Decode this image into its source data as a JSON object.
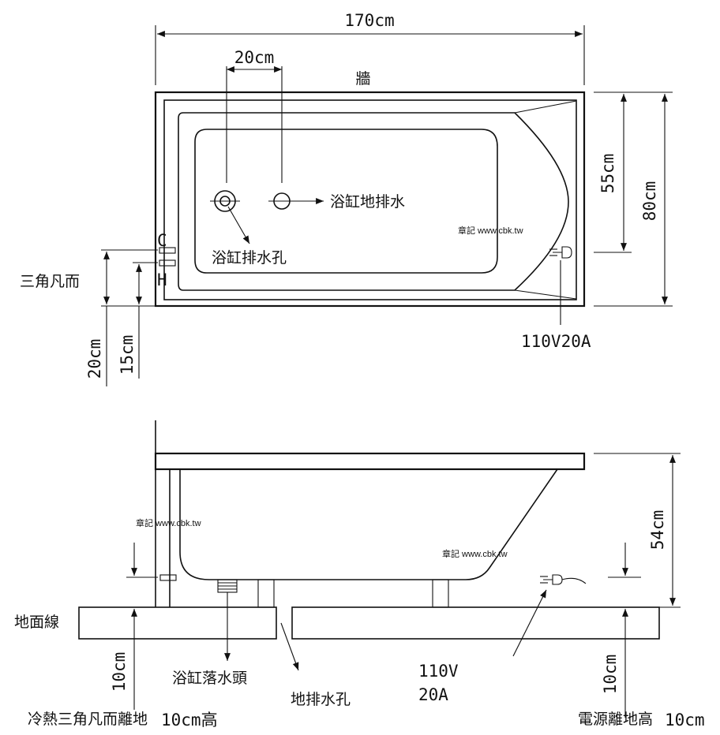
{
  "plan": {
    "dim_total_width": "170cm",
    "dim_pipe_spacing": "20cm",
    "wall_label": "牆",
    "floor_drain_label": "浴缸地排水",
    "drain_hole_label": "浴缸排水孔",
    "dim_55": "55cm",
    "dim_80": "80cm",
    "cold_label": "C",
    "hot_label": "H",
    "angle_valve_label": "三角凡而",
    "dim_20_left": "20cm",
    "dim_15_left": "15cm",
    "power_label": "110V20A",
    "watermark": "章記 www.cbk.tw"
  },
  "elevation": {
    "watermark_left": "章記 www.cbk.tw",
    "watermark_mid": "章記 www.cbk.tw",
    "dim_54": "54cm",
    "floor_line_label": "地面線",
    "dim_10_left": "10cm",
    "dim_10_right": "10cm",
    "drain_head_label": "浴缸落水頭",
    "floor_drain_hole_label": "地排水孔",
    "voltage_label": "110V",
    "amp_label": "20A",
    "valve_height_label": "冷熱三角凡而離地",
    "valve_height_value": "10cm高",
    "power_height_label": "電源離地高",
    "power_height_value": "10cm"
  }
}
